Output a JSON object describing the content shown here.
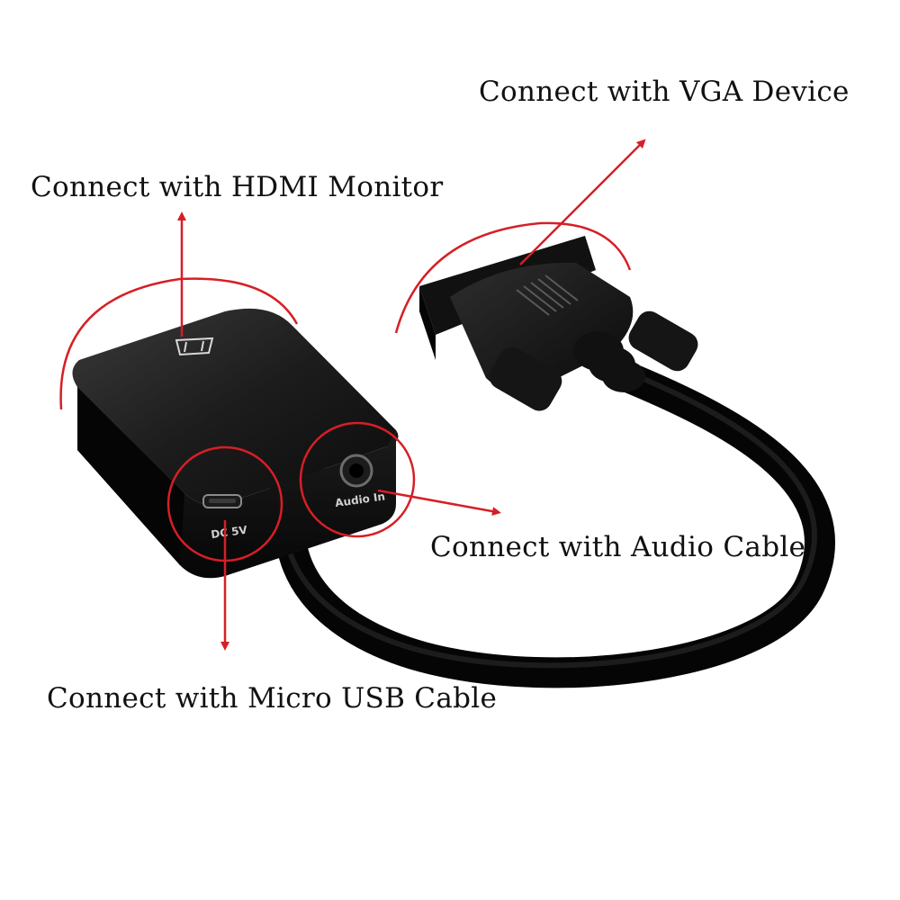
{
  "labels": {
    "vga": "Connect with VGA Device",
    "hdmi": "Connect with HDMI Monitor",
    "audio": "Connect with Audio Cable",
    "usb": "Connect with Micro USB Cable"
  },
  "ports": {
    "dc": "DC 5V",
    "audio": "Audio In"
  },
  "colors": {
    "annotation": "#d61f26",
    "adapter": "#141414",
    "cable": "#0d0d0d",
    "background": "#ffffff"
  }
}
